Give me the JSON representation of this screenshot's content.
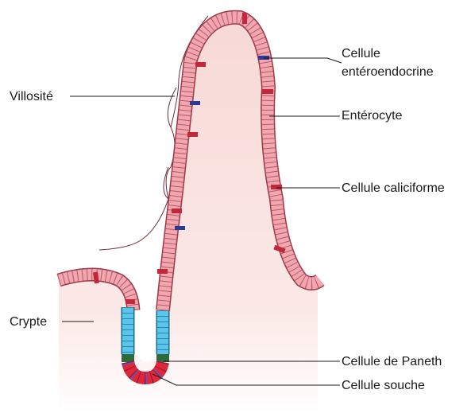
{
  "labels": {
    "villosite": "Villosité",
    "crypte": "Crypte",
    "enteroendocrine_line1": "Cellule",
    "enteroendocrine_line2": "entéroendocrine",
    "enterocyte": "Entérocyte",
    "caliciforme": "Cellule caliciforme",
    "paneth": "Cellule de Paneth",
    "souche": "Cellule souche"
  },
  "colors": {
    "epithelium": "#f2a6b0",
    "epithelium_outline": "#9b3a48",
    "lamina": "#f6d6d3",
    "goblet": "#c2283a",
    "enteroendocrine": "#2a3a9a",
    "crypt_cells": "#5bc4ea",
    "paneth": "#2f6b3a",
    "stem": "#e0263a",
    "stem_alt": "#7f4aa8"
  }
}
